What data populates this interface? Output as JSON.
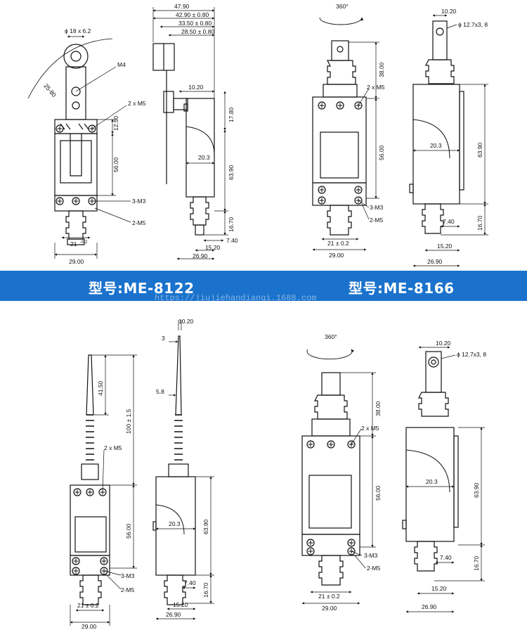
{
  "banner": {
    "label_left": "型号:ME-8122",
    "label_right": "型号:ME-8166",
    "watermark": "https://jiujiehandianqi.1688.com"
  },
  "panels": {
    "roller_arm": {
      "front": {
        "roller_dia": "ϕ 18 x 6.2",
        "thread": "M4",
        "arc": "25-80",
        "mount_holes": "2 x M5",
        "d_12_50": "12.50",
        "d_56": "56.00",
        "lower_holes": "3-M3",
        "base_holes": "2-M5",
        "d_21": "21",
        "d_21_tol": "-0.2",
        "d_29": "29.00"
      },
      "side": {
        "d_47_90": "47.90",
        "d_42_90": "42.90 ± 0.80",
        "d_33_50": "33.50 ± 0.80",
        "d_28_50": "28.50 ± 0.80",
        "d_10_20": "10.20",
        "d_17_80": "17.80",
        "d_20_3": "20.3",
        "d_63_90": "63.90",
        "d_16_70": "16.70",
        "d_7_40": "7.40",
        "d_15_20": "15.20",
        "d_26_90": "26.90"
      }
    },
    "top_roller_8122": {
      "front": {
        "rotation": "360°",
        "d_38": "38.00",
        "mount_holes": "2 x M5",
        "d_56": "56.00",
        "lower_holes": "3-M3",
        "base_holes": "2-M5",
        "d_21": "21 ± 0.2",
        "d_29": "29.00"
      },
      "side": {
        "d_10_20": "10.20",
        "roller_dia": "ϕ 12.7x3, 8",
        "d_20_3": "20.3",
        "d_63_90": "63.90",
        "d_7_40": "7.40",
        "d_16_70": "16.70",
        "d_15_20": "15.20",
        "d_26_90": "26.90"
      }
    },
    "spring_rod": {
      "front": {
        "d_41_50": "41.50",
        "d_100": "100 ± 1.5",
        "mount_holes": "2 x M5",
        "d_56": "56.00",
        "lower_holes": "3-M3",
        "base_holes": "2-M5",
        "d_21": "21 ± 0.2",
        "d_29": "29.00"
      },
      "side": {
        "d_10_20": "10.20",
        "d_3": "3",
        "d_5_8": "5.8",
        "d_20_3": "20.3",
        "d_63_90": "63.90",
        "d_7_40": "7.40",
        "d_16_70": "16.70",
        "d_15_20": "15.20",
        "d_26_90": "26.90"
      }
    },
    "top_roller_8166": {
      "front": {
        "rotation": "360°",
        "d_38": "38.00",
        "mount_holes": "2 x M5",
        "d_56": "56.00",
        "lower_holes": "3-M3",
        "base_holes": "2-M5",
        "d_21": "21 ± 0.2",
        "d_29": "29.00"
      },
      "side": {
        "d_10_20": "10.20",
        "roller_dia": "ϕ 12.7x3, 8",
        "d_20_3": "20.3",
        "d_63_90": "63.90",
        "d_7_40": "7.40",
        "d_16_70": "16.70",
        "d_15_20": "15.20",
        "d_26_90": "26.90"
      }
    }
  }
}
